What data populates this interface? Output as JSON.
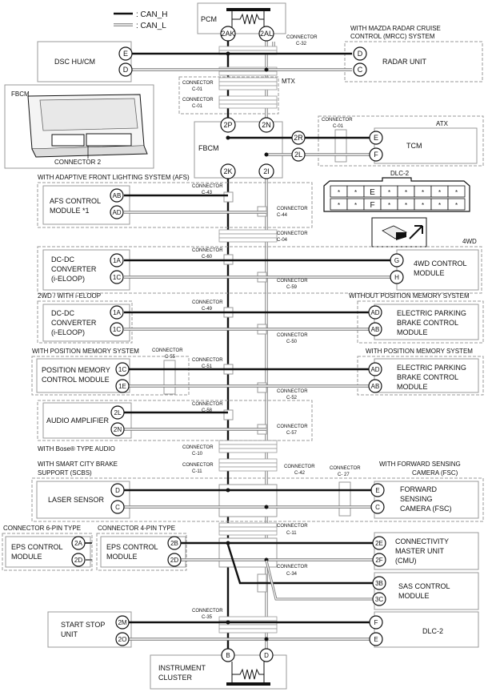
{
  "legend": {
    "can_h": ": CAN_H",
    "can_l": ": CAN_L"
  },
  "pcm": {
    "label": "PCM",
    "pin_h": "2AK",
    "pin_l": "2AL"
  },
  "connector_word": "CONNECTOR",
  "mrcc_title": "WITH MAZDA RADAR CRUISE CONTROL (MRCC) SYSTEM",
  "mrcc_title_1": "WITH MAZDA RADAR CRUISE",
  "mrcc_title_2": "CONTROL (MRCC) SYSTEM",
  "radar_unit": {
    "label": "RADAR UNIT",
    "pin_h": "D",
    "pin_l": "C"
  },
  "c32": "C-32",
  "dsc": {
    "label": "DSC HU/CM",
    "pin_h": "E",
    "pin_l": "D"
  },
  "mtx": "MTX",
  "c01": "C-01",
  "fbcm_pic": {
    "title": "FBCM",
    "connector": "CONNECTOR 2"
  },
  "atx": "ATX",
  "fbcm": {
    "label": "FBCM",
    "pin_h_top": "2P",
    "pin_l_top": "2N",
    "pin_h_bot": "2K",
    "pin_l_bot": "2I",
    "pin_h_tcm": "2R",
    "pin_l_tcm": "2L"
  },
  "tcm": {
    "label": "TCM",
    "pin_h": "E",
    "pin_l": "F"
  },
  "dlc_top": {
    "title": "DLC-2",
    "cells_row1": [
      "*",
      "*",
      "E",
      "*",
      "*",
      "*",
      "*",
      "*"
    ],
    "cells_row2": [
      "*",
      "*",
      "F",
      "*",
      "*",
      "*",
      "*",
      "*"
    ]
  },
  "afs_title": "WITH ADAPTIVE FRONT LIGHTING SYSTEM (AFS)",
  "afs": {
    "label1": "AFS CONTROL",
    "label2": "MODULE *1",
    "pin_h": "AB",
    "pin_l": "AD"
  },
  "c43": "C-43",
  "c44": "C-44",
  "c04": "C-04",
  "wd4": "4WD",
  "dcdc1": {
    "l1": "DC-DC",
    "l2": "CONVERTER",
    "l3": "(i-ELOOP)",
    "pin_h": "1A",
    "pin_l": "1C"
  },
  "c60": "C-60",
  "c59": "C-59",
  "wd4_module": {
    "l1": "4WD CONTROL",
    "l2": "MODULE",
    "pin_h": "G",
    "pin_l": "H"
  },
  "wd2_title": "2WD / WITH i-ELOOP",
  "no_mem_title": "WITHOUT POSITION MEMORY SYSTEM",
  "dcdc2": {
    "l1": "DC-DC",
    "l2": "CONVERTER",
    "l3": "(i-ELOOP)",
    "pin_h": "1A",
    "pin_l": "1C"
  },
  "c49": "C-49",
  "c50": "C-50",
  "epb1": {
    "l1": "ELECTRIC PARKING",
    "l2": "BRAKE CONTROL",
    "l3": "MODULE",
    "pin_h": "AD",
    "pin_l": "AB"
  },
  "mem_title_left": "WITH POSITION MEMORY SYSTEM",
  "mem_title_right": "WITH POSITION MEMORY SYSTEM",
  "c55": "C-55",
  "c51": "C-51",
  "c52": "C-52",
  "posmem": {
    "l1": "POSITION MEMORY",
    "l2": "CONTROL MODULE",
    "pin_h": "1C",
    "pin_l": "1E"
  },
  "epb2": {
    "l1": "ELECTRIC PARKING",
    "l2": "BRAKE CONTROL",
    "l3": "MODULE",
    "pin_h": "AD",
    "pin_l": "AB"
  },
  "amp": {
    "label": "AUDIO AMPLIFIER",
    "pin_h": "2L",
    "pin_l": "2N"
  },
  "c58": "C-58",
  "c57": "C-57",
  "bose": "WITH Bose® TYPE AUDIO",
  "c10": "C-10",
  "c11": "C-11",
  "scbs_title_1": "WITH SMART CITY BRAKE",
  "scbs_title_2": "SUPPORT (SCBS)",
  "c42": "C-42",
  "c27": "C- 27",
  "fsc_title_1": "WITH FORWARD SENSING",
  "fsc_title_2": "CAMERA (FSC)",
  "laser": {
    "label": "LASER SENSOR",
    "pin_h": "D",
    "pin_l": "C"
  },
  "fsc": {
    "l1": "FORWARD",
    "l2": "SENSING",
    "l3": "CAMERA (FSC)",
    "pin_h": "E",
    "pin_l": "C"
  },
  "eps6_title": "CONNECTOR 6-PIN TYPE",
  "eps4_title": "CONNECTOR 4-PIN TYPE",
  "eps6": {
    "l1": "EPS CONTROL",
    "l2": "MODULE",
    "pin_h": "2A",
    "pin_l": "2D"
  },
  "eps4": {
    "l1": "EPS CONTROL",
    "l2": "MODULE",
    "pin_h": "2B",
    "pin_l": "2D"
  },
  "c11b": "C-11",
  "cmu": {
    "l1": "CONNECTIVITY",
    "l2": "MASTER UNIT",
    "l3": "(CMU)",
    "pin_h": "2E",
    "pin_l": "2F"
  },
  "c34": "C-34",
  "sas": {
    "l1": "SAS CONTROL",
    "l2": "MODULE",
    "pin_h": "3B",
    "pin_l": "3C"
  },
  "c35": "C-35",
  "ss": {
    "l1": "START STOP",
    "l2": "UNIT",
    "pin_h": "2M",
    "pin_l": "2O"
  },
  "dlc_bot": {
    "label": "DLC-2",
    "pin_h": "F",
    "pin_l": "E"
  },
  "ic": {
    "l1": "INSTRUMENT",
    "l2": "CLUSTER",
    "pin_h": "B",
    "pin_l": "D"
  }
}
